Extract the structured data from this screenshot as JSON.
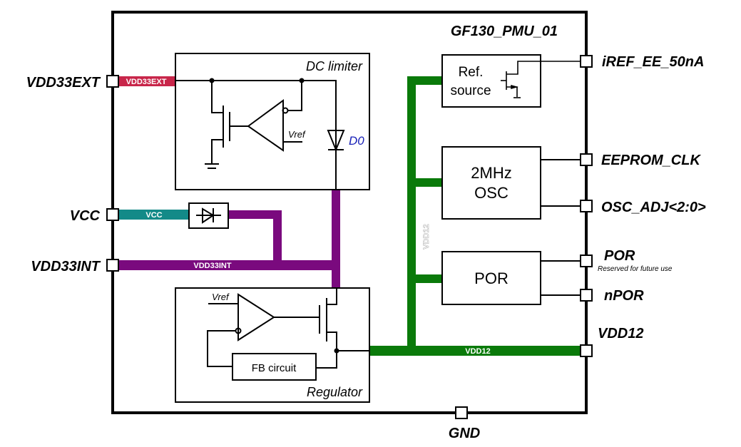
{
  "title": "GF130_PMU_01",
  "pins_left": {
    "vdd33ext": "VDD33EXT",
    "vcc": "VCC",
    "vdd33int": "VDD33INT"
  },
  "pins_right": {
    "iref": "iREF_EE_50nA",
    "eeprom_clk": "EEPROM_CLK",
    "osc_adj": "OSC_ADJ<2:0>",
    "por": "POR",
    "por_note": "Reserved for future use",
    "npor": "nPOR",
    "vdd12": "VDD12"
  },
  "pin_bottom": {
    "gnd": "GND"
  },
  "blocks": {
    "dc_limiter": "DC limiter",
    "d0": "D0",
    "vref1": "Vref",
    "regulator": "Regulator",
    "vref2": "Vref",
    "fb": "FB circuit",
    "ref_line1": "Ref.",
    "ref_line2": "source",
    "osc_line1": "2MHz",
    "osc_line2": "OSC",
    "por": "POR"
  },
  "nets": {
    "vdd33ext": "VDD33EXT",
    "vcc": "VCC",
    "vdd33int": "VDD33INT",
    "vdd12_h": "VDD12",
    "vdd12_v": "VDD12"
  },
  "colors": {
    "vdd33ext": "#c8264a",
    "vcc": "#138a88",
    "vdd33int": "#7a0a7e",
    "vdd12": "#0a7a0a"
  }
}
